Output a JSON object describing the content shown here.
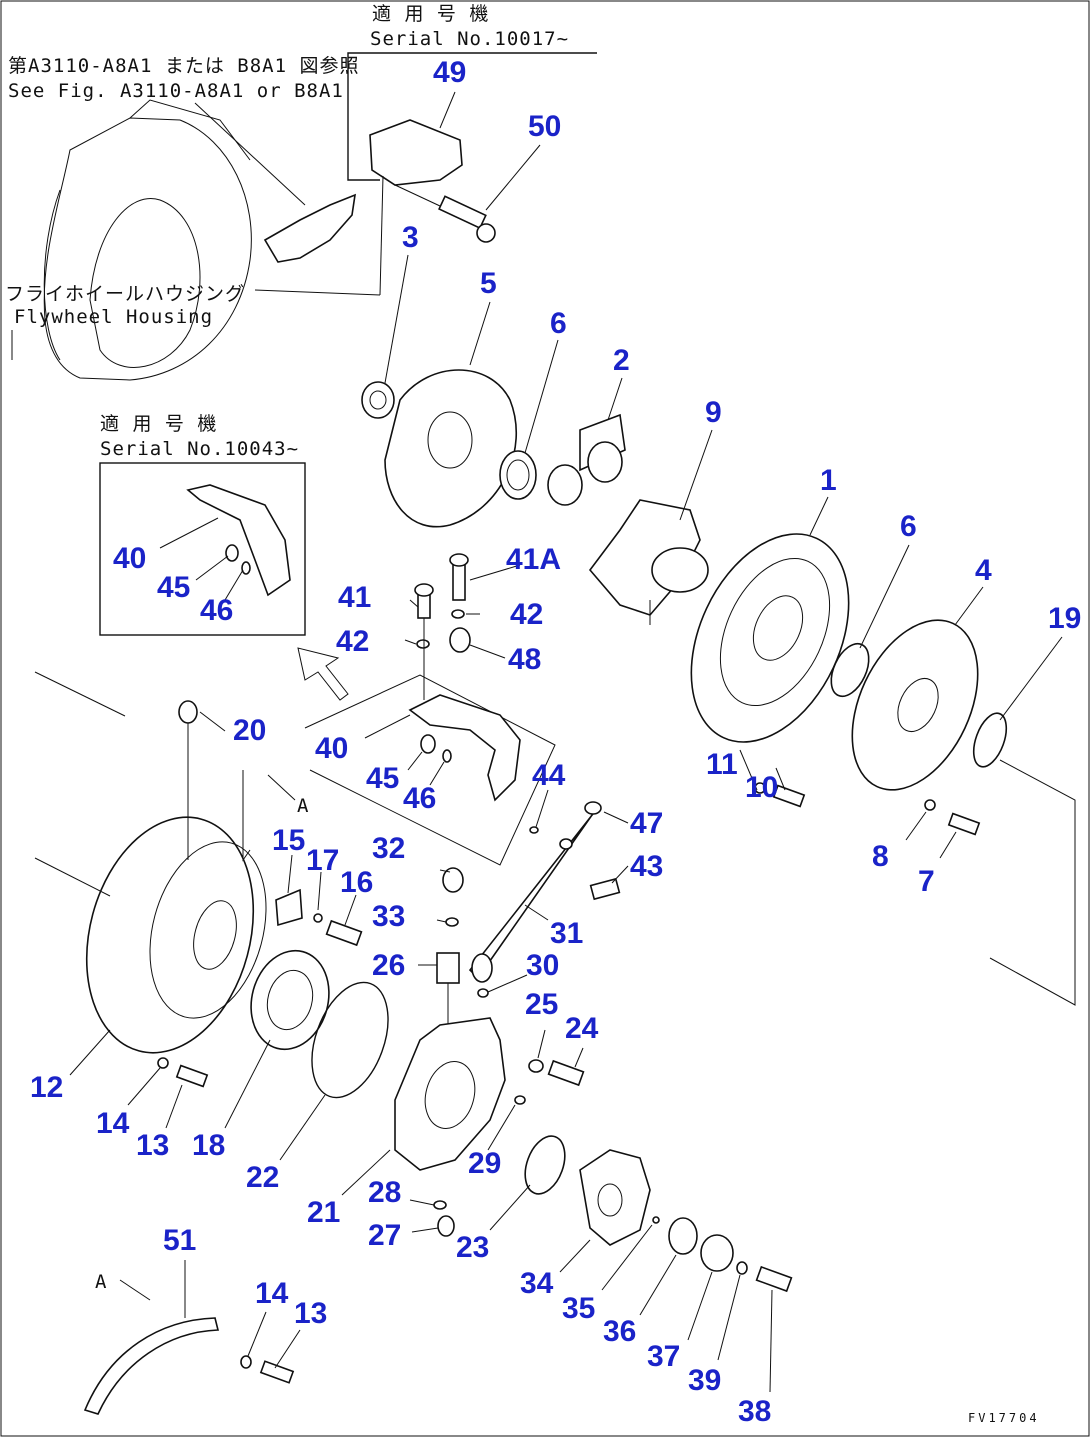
{
  "diagram": {
    "drawing_code": "FV17704",
    "notes": {
      "serial_top_jp": "適 用 号 機",
      "serial_top_en": "Serial No.10017~",
      "see_fig_jp": "第A3110-A8A1 または B8A1 図参照",
      "see_fig_en": "See Fig. A3110-A8A1 or B8A1",
      "housing_jp": "フライホイールハウジング",
      "housing_en": "Flywheel Housing",
      "serial_box_jp": "適 用 号 機",
      "serial_box_en": "Serial No.10043~"
    },
    "arrow_label_a1": "A",
    "arrow_label_a2": "A",
    "callouts": {
      "c49": "49",
      "c50": "50",
      "c3": "3",
      "c5": "5",
      "c6a": "6",
      "c2": "2",
      "c9": "9",
      "c1": "1",
      "c6b": "6",
      "c4": "4",
      "c19": "19",
      "c40a": "40",
      "c45a": "45",
      "c46a": "46",
      "c41A": "41A",
      "c41": "41",
      "c42a": "42",
      "c42b": "42",
      "c48": "48",
      "c20": "20",
      "c40b": "40",
      "c45b": "45",
      "c46b": "46",
      "c44": "44",
      "c47": "47",
      "c11": "11",
      "c10": "10",
      "c8": "8",
      "c7": "7",
      "c15": "15",
      "c17": "17",
      "c16": "16",
      "c32": "32",
      "c43": "43",
      "c33": "33",
      "c31": "31",
      "c26": "26",
      "c30": "30",
      "c25": "25",
      "c24": "24",
      "c12": "12",
      "c14a": "14",
      "c13a": "13",
      "c18": "18",
      "c22": "22",
      "c29": "29",
      "c21": "21",
      "c28": "28",
      "c27": "27",
      "c23": "23",
      "c34": "34",
      "c35": "35",
      "c36": "36",
      "c37": "37",
      "c39": "39",
      "c38": "38",
      "c51": "51",
      "c14b": "14",
      "c13b": "13"
    }
  }
}
